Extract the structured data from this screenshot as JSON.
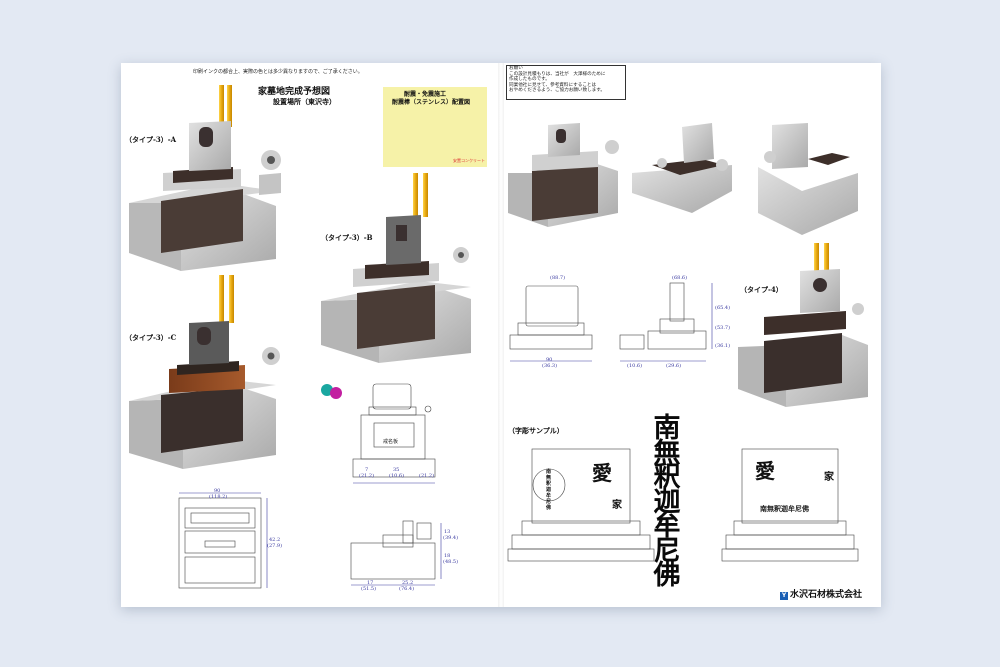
{
  "left_page": {
    "top_note": "印刷インクの都合上、実際の色とは多少異なりますので、ご了承ください。",
    "title": "家墓地完成予想図",
    "location": "設置場所（東沢寺）",
    "inset": {
      "line1": "耐震・免震施工",
      "line2": "耐震棒（ステンレス）配置図",
      "label": "安置コンクリート"
    },
    "labels": {
      "type3a": "（タイプ-3）-A",
      "type3b": "（タイプ-3）-B",
      "type3c": "（タイプ-3）-C"
    },
    "drawing_label": "戒名板",
    "dims": [
      "90",
      "(118.2)",
      "42.2",
      "(27.9)",
      "7",
      "(21.2)",
      "35",
      "(10.6)",
      "(21.2)",
      "17",
      "(51.5)",
      "25.2",
      "(76.4)",
      "13",
      "(39.4)",
      "18",
      "(48.5)"
    ]
  },
  "right_page": {
    "note": [
      "お願い",
      "この設計見積もりは、当社が　大澤様のために",
      "作成したものです。",
      "同業他社に見せて、参考資料にすることは",
      "おやめくださるよう、ご協力お願い致します。"
    ],
    "labels": {
      "type4": "（タイプ-4）",
      "font_sample": "（字彫サンプル）"
    },
    "nembutsu": [
      "南",
      "無",
      "釈",
      "迦",
      "牟",
      "尼",
      "佛"
    ],
    "sample_chars": {
      "ai": "愛",
      "ie": "家",
      "vertical_small": "南無釈迦牟尼佛"
    },
    "dims": [
      "(88.7)",
      "90",
      "(36.3)",
      "(68.6)",
      "(65.4)",
      "(53.7)",
      "(36.1)",
      "(10.6)",
      "(29.6)"
    ],
    "company_mark": "Y",
    "company": "水沢石材株式会社"
  },
  "colors": {
    "background": "#e3e9f3",
    "page": "#ffffff",
    "granite": "#c9c9c9",
    "dark_stone": "#4a3c36",
    "candle_gold": "#e8a810",
    "inset_yellow": "#f6f2a8",
    "dimension_blue": "#3a3aa0",
    "logo_blue": "#1a5fb4"
  }
}
